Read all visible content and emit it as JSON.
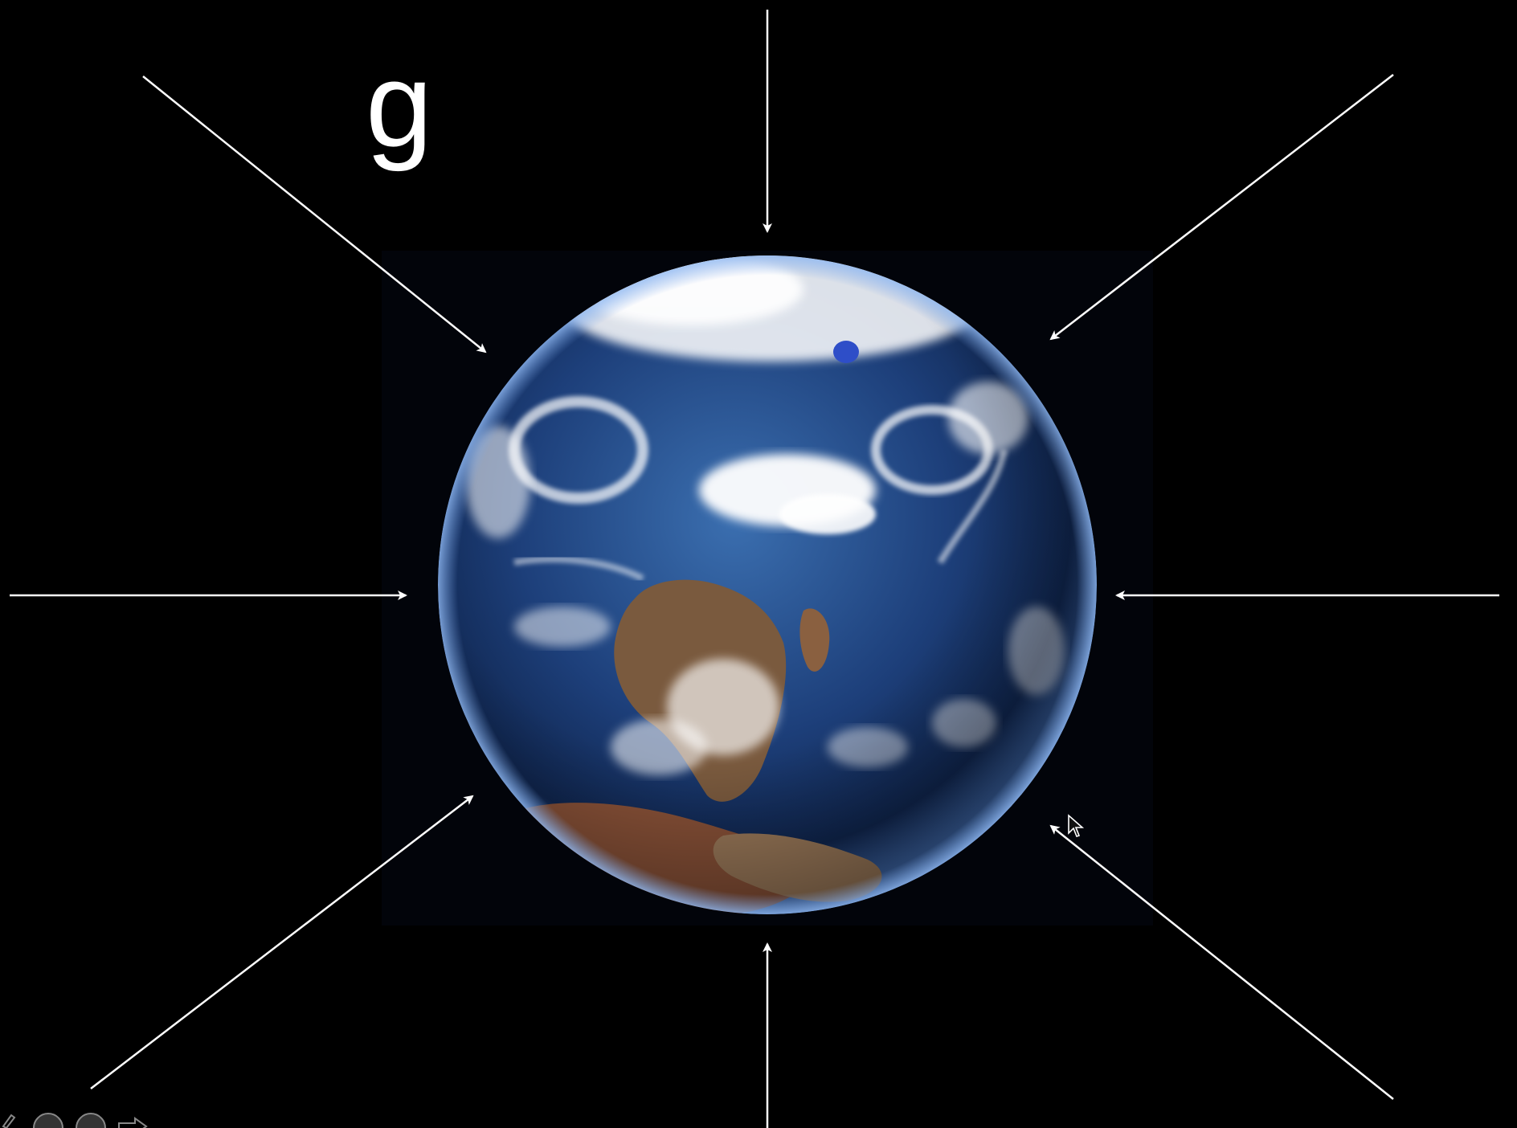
{
  "slide": {
    "symbol": "g",
    "background_color": "#000000",
    "arrow_color": "#ffffff"
  },
  "diagram": {
    "subject": "earth-globe",
    "arrow_count": 8,
    "arrow_directions": [
      "top",
      "top-right",
      "right",
      "bottom-right",
      "bottom",
      "bottom-left",
      "left",
      "top-left"
    ]
  },
  "overlay": {
    "cursor_icon": "mouse-pointer-icon",
    "toolbar_icons": [
      "pen-icon",
      "circle-icon",
      "circle-icon",
      "arrow-right-icon"
    ]
  }
}
